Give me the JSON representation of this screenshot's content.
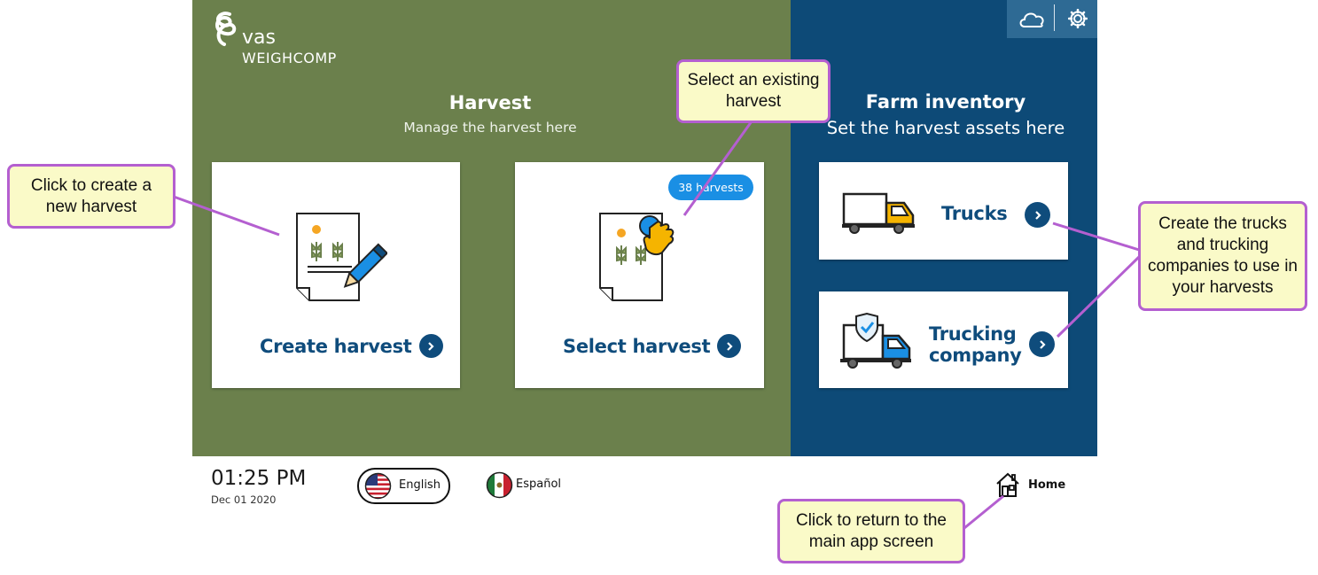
{
  "logo": {
    "brand": "vas",
    "product": "WEIGHCOMP"
  },
  "topbar": {
    "cloud_icon": "cloud-icon",
    "settings_icon": "gear-icon"
  },
  "harvest": {
    "title": "Harvest",
    "subtitle": "Manage the harvest here",
    "create_card": {
      "label": "Create harvest",
      "icon": "document-pencil-icon"
    },
    "select_card": {
      "label": "Select harvest",
      "badge": "38 harvests",
      "icon": "document-tap-icon"
    }
  },
  "farm_inventory": {
    "title": "Farm inventory",
    "subtitle": "Set the harvest assets here",
    "trucks_card": {
      "label": "Trucks",
      "icon": "truck-icon"
    },
    "trucking_card": {
      "label_line1": "Trucking",
      "label_line2": "company",
      "icon": "shield-truck-icon"
    }
  },
  "footer": {
    "time": "01:25 PM",
    "date": "Dec 01 2020",
    "languages": [
      {
        "label": "English",
        "flag": "us-flag-icon",
        "selected": true
      },
      {
        "label": "Español",
        "flag": "mexico-flag-icon",
        "selected": false
      }
    ],
    "home": {
      "label": "Home",
      "icon": "home-icon"
    }
  },
  "callouts": {
    "create": "Click to create a new harvest",
    "select": "Select an existing harvest",
    "trucks": "Create the trucks and trucking companies to use in your harvests",
    "home": "Click to return to the main app screen"
  },
  "colors": {
    "harvest_panel": "#6b804c",
    "farm_panel": "#0d4a77",
    "accent": "#0f4c7c",
    "badge": "#1a8fe4",
    "callout_bg": "#fafac8",
    "callout_border": "#b45fd0"
  }
}
